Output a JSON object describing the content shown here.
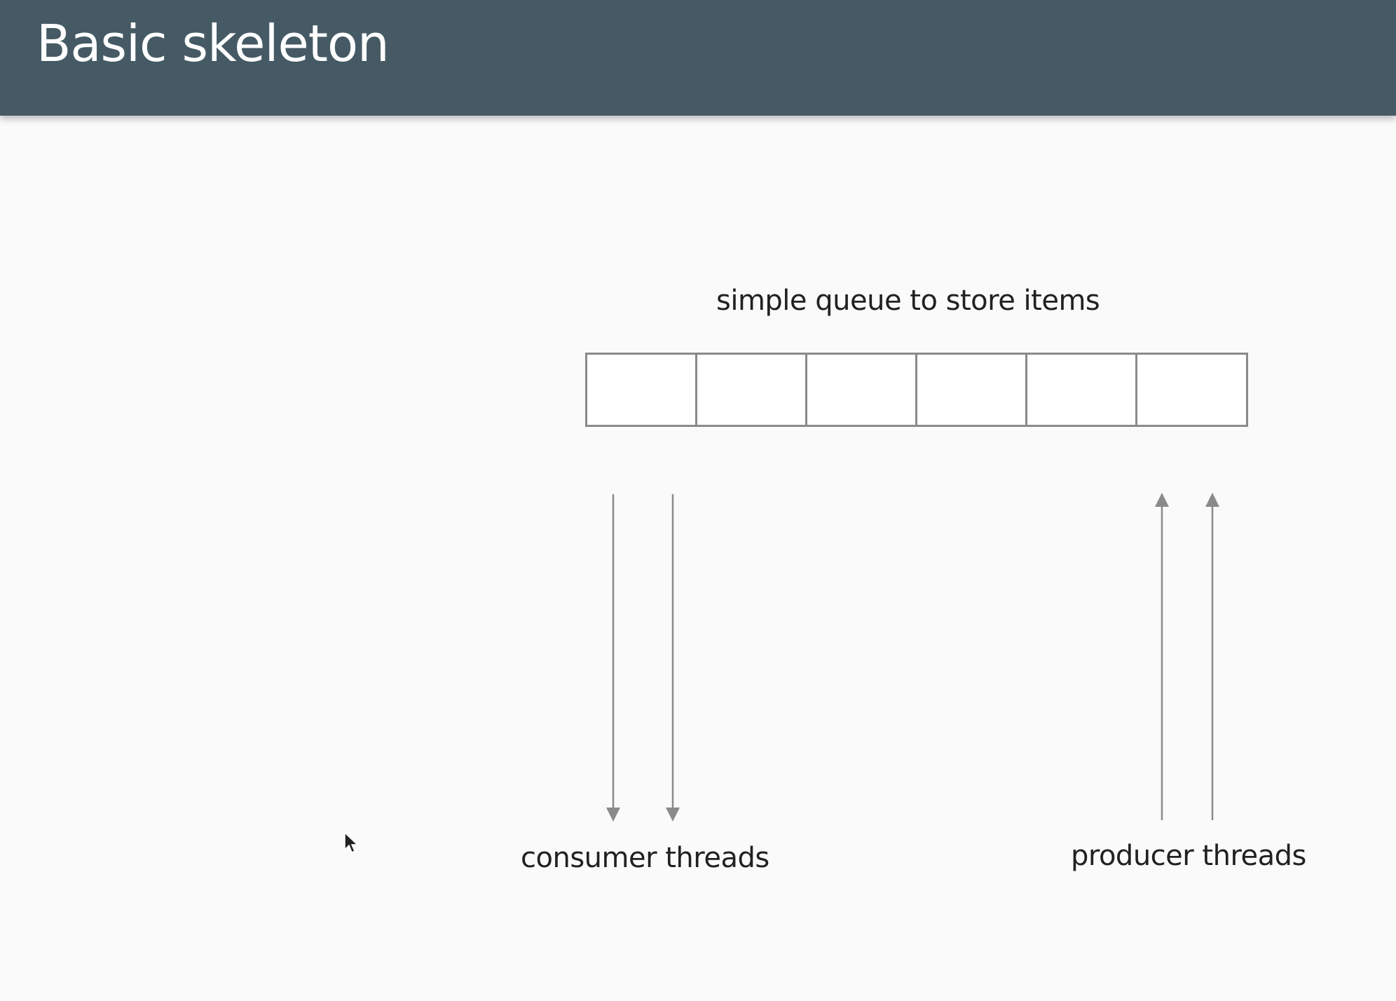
{
  "slide": {
    "title": "Basic skeleton"
  },
  "diagram": {
    "queue_label": "simple queue to store items",
    "queue_cells": [
      "",
      "",
      "",
      "",
      "",
      ""
    ],
    "consumer_label": "consumer threads",
    "producer_label": "producer threads",
    "consumer_arrow_count": 2,
    "producer_arrow_count": 2
  },
  "colors": {
    "header_background": "#455a64",
    "slide_background": "#fafafa",
    "line_color": "#8a8a8a"
  },
  "icons": {
    "cursor": "mouse-pointer-icon"
  }
}
